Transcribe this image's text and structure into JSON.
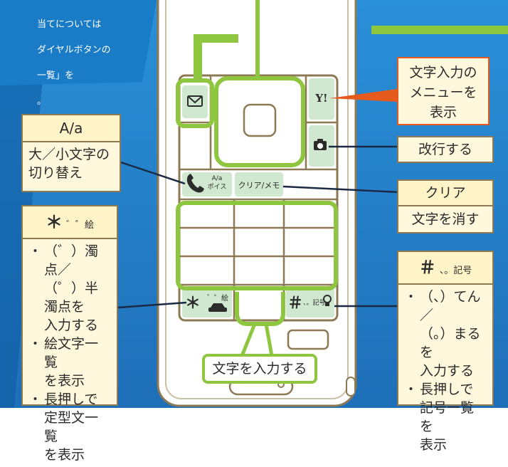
{
  "note": {
    "line1": "当てについては",
    "line2": "ダイヤルボタンの",
    "line3": "一覧」を",
    "line4": "。"
  },
  "colors": {
    "background_blue": "#1e88d0",
    "dark_blue": "#0c5aa0",
    "phone_body": "#ffffff",
    "phone_outline": "#8d7a55",
    "key_fill": "#cfe8cf",
    "highlight_green": "#8ec63f",
    "callout_fill": "#fff8dc",
    "callout_border": "#8d7a55",
    "orange_callout_border": "#e65a1e",
    "text_dark": "#2b2b2b"
  },
  "keys": {
    "mail_icon": "envelope-icon",
    "y_key": "Y!",
    "camera_icon": "camera-icon",
    "call_key_label1": "A/a",
    "call_key_label2": "ポイス",
    "clear_key": "クリア/メモ",
    "star_key": "＊",
    "star_key_sub": "゛゜絵",
    "hash_key": "＃",
    "hash_key_sub": "、。記号"
  },
  "callouts": {
    "case_toggle": {
      "title": "A/a",
      "body_line1": "大／小文字の",
      "body_line2": "切り替え"
    },
    "star": {
      "title_symbol": "＊",
      "title_sub": "゛゜絵",
      "items": [
        {
          "line1": "（゛）濁点／",
          "line2": "（゜）半濁点を",
          "line3": "入力する"
        },
        {
          "line1": "絵文字一覧",
          "line2": "を表示"
        },
        {
          "line1": "長押しで",
          "line2": "定型文一覧",
          "line3": "を表示"
        }
      ]
    },
    "menu": {
      "line1": "文字入力の",
      "line2": "メニューを",
      "line3": "表示"
    },
    "newline": "改行する",
    "clear": {
      "title": "クリア",
      "body": "文字を消す"
    },
    "hash": {
      "title_symbol": "＃",
      "title_sub": "、。記号",
      "items": [
        {
          "line1": "（、）てん／",
          "line2": "（。）まるを",
          "line3": "入力する"
        },
        {
          "line1": "長押しで",
          "line2": "記号一覧を",
          "line3": "表示"
        }
      ]
    },
    "input_chars": "文字を入力する"
  }
}
